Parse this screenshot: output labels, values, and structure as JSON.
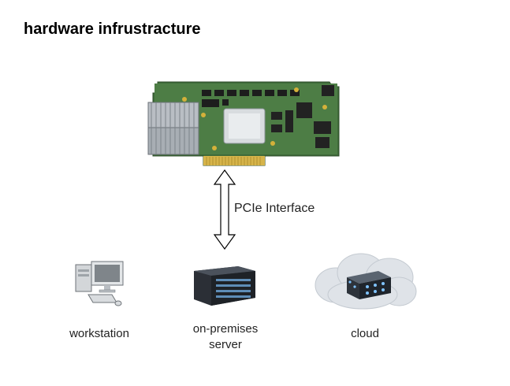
{
  "title": "hardware infrustracture",
  "interface_label": "PCIe Interface",
  "devices": [
    {
      "label": "workstation",
      "icon": "workstation-icon"
    },
    {
      "label_line1": "on-premises",
      "label_line2": "server",
      "icon": "server-icon"
    },
    {
      "label": "cloud",
      "icon": "cloud-icon"
    }
  ],
  "board": {
    "icon": "fpga-board-image"
  }
}
